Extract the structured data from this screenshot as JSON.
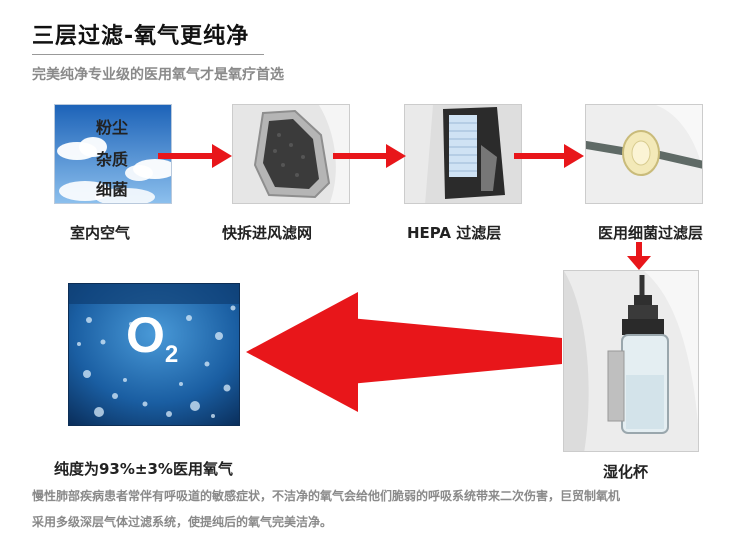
{
  "header": {
    "title": "三层过滤-氧气更纯净",
    "subtitle": "完美纯净专业级的医用氧气才是氧疗首选"
  },
  "steps": [
    {
      "label": "室内空气",
      "overlay": [
        "粉尘",
        "杂质",
        "细菌"
      ]
    },
    {
      "label": "快拆进风滤网"
    },
    {
      "label": "HEPA 过滤层"
    },
    {
      "label": "医用细菌过滤层"
    },
    {
      "label": "湿化杯"
    }
  ],
  "result": {
    "label": "纯度为93%±3%医用氧气",
    "symbol": "O",
    "subscript": "2"
  },
  "note": {
    "line1": "慢性肺部疾病患者常伴有呼吸道的敏感症状，不洁净的氧气会给他们脆弱的呼吸系统带来二次伤害，巨贸制氧机",
    "line2": "采用多级深层气体过滤系统，使提纯后的氧气完美洁净。"
  },
  "colors": {
    "arrow": "#e8161a",
    "title": "#111111",
    "muted": "#8a8a8a"
  }
}
